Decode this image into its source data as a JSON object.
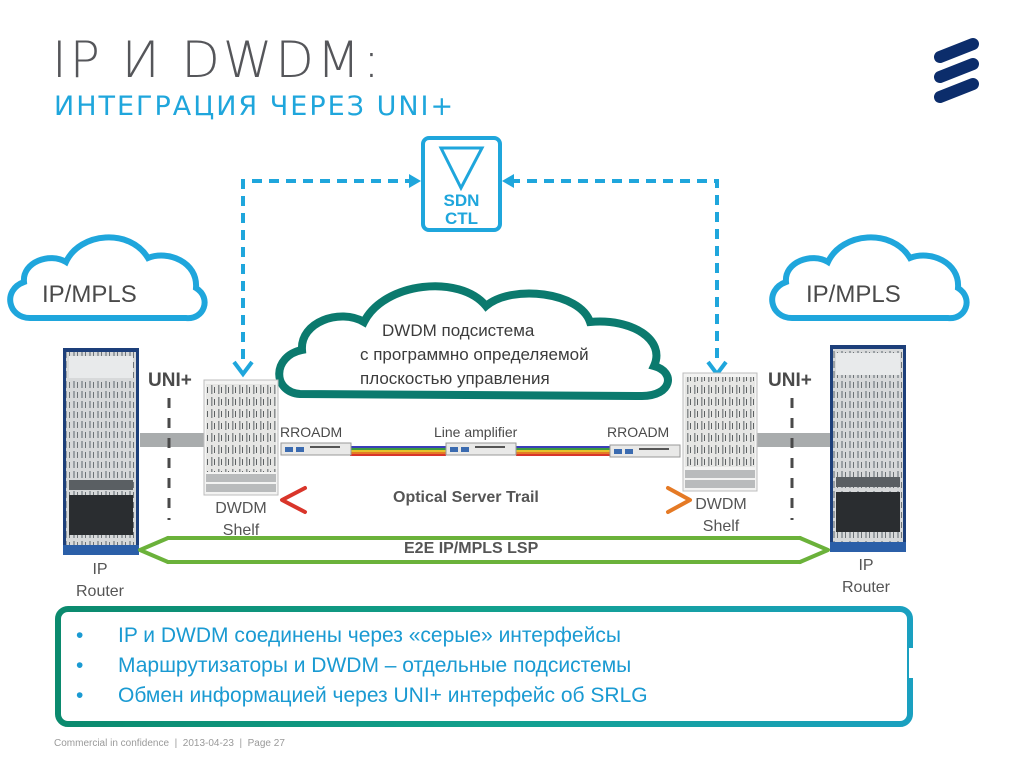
{
  "slide": {
    "title": "IP И DWDM:",
    "subtitle": "ИНТЕГРАЦИЯ ЧЕРЕЗ UNI+"
  },
  "logo": {
    "name": "ericsson-logo",
    "color": "#0c2d6b"
  },
  "sdn_controller": {
    "line1": "SDN",
    "line2": "CTL",
    "icon": "triangle-down-icon",
    "color": "#1fa6dc"
  },
  "clouds": {
    "left": {
      "label": "IP/MPLS"
    },
    "right": {
      "label": "IP/MPLS"
    },
    "center": {
      "line1": "DWDM подсистема",
      "line2": "с программно определяемой",
      "line3": "плоскостью управления"
    }
  },
  "devices": {
    "left_router": {
      "line1": "IP",
      "line2": "Router"
    },
    "right_router": {
      "line1": "IP",
      "line2": "Router"
    },
    "left_shelf": {
      "line1": "DWDM",
      "line2": "Shelf"
    },
    "right_shelf": {
      "line1": "DWDM",
      "line2": "Shelf"
    },
    "left_uni": "UNI+",
    "right_uni": "UNI+",
    "left_roadm": "RROADM",
    "right_roadm": "RROADM",
    "amplifier": "Line amplifier"
  },
  "trails": {
    "optical": "Optical Server Trail",
    "e2e": "E2E IP/MPLS LSP"
  },
  "bullets": [
    "IP и DWDM соединены через «серые» интерфейсы",
    "Маршрутизаторы и DWDM – отдельные подсистемы",
    "Обмен информацией через UNI+ интерфейс об SRLG"
  ],
  "bullet_marker": "•",
  "footer": "Commercial in confidence  |  2013-04-23  |  Page 27",
  "colors": {
    "accent_blue": "#1fa6dc",
    "teal": "#0b7a6e",
    "green": "#6bb23a",
    "red": "#d9352a",
    "orange": "#e57a25"
  }
}
